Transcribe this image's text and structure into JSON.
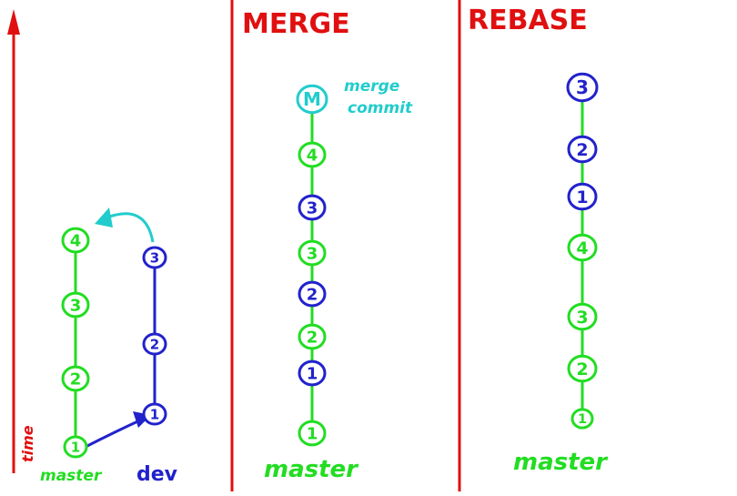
{
  "colors": {
    "master": "#22dd22",
    "dev": "#2222cc",
    "merge": "#22cccc",
    "red": "#e01010"
  },
  "axis": {
    "label": "time"
  },
  "panels": {
    "left": {
      "master_label": "master",
      "dev_label": "dev",
      "master_commits": [
        "1",
        "2",
        "3",
        "4"
      ],
      "dev_commits": [
        "1",
        "2",
        "3"
      ]
    },
    "merge": {
      "title": "MERGE",
      "annotation_line1": "merge",
      "annotation_line2": "commit",
      "branch_label": "master",
      "commits": [
        {
          "label": "1",
          "branch": "master"
        },
        {
          "label": "1",
          "branch": "dev"
        },
        {
          "label": "2",
          "branch": "master"
        },
        {
          "label": "2",
          "branch": "dev"
        },
        {
          "label": "3",
          "branch": "master"
        },
        {
          "label": "3",
          "branch": "dev"
        },
        {
          "label": "4",
          "branch": "master"
        },
        {
          "label": "M",
          "branch": "merge"
        }
      ]
    },
    "rebase": {
      "title": "REBASE",
      "branch_label": "master",
      "commits": [
        {
          "label": "1",
          "branch": "master"
        },
        {
          "label": "2",
          "branch": "master"
        },
        {
          "label": "3",
          "branch": "master"
        },
        {
          "label": "4",
          "branch": "master"
        },
        {
          "label": "1",
          "branch": "dev"
        },
        {
          "label": "2",
          "branch": "dev"
        },
        {
          "label": "3",
          "branch": "dev"
        }
      ]
    }
  }
}
